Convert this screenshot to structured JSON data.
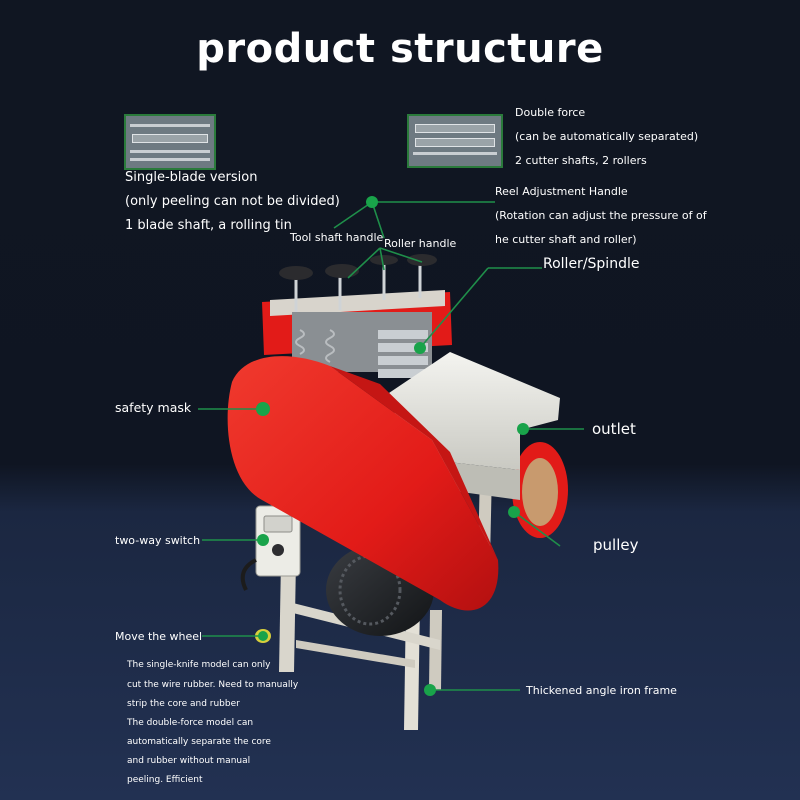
{
  "title": "product structure",
  "single_blade": {
    "line1": "Single-blade version",
    "line2": "(only peeling can not be divided)",
    "line3": "1 blade shaft, a rolling tin"
  },
  "double_force": {
    "line1": "Double force",
    "line2": "(can be automatically separated)",
    "line3": "2 cutter shafts, 2 rollers"
  },
  "reel_handle": {
    "line1": "Reel Adjustment Handle",
    "line2": "(Rotation can adjust the pressure of of",
    "line3": "he cutter shaft and roller)"
  },
  "labels": {
    "tool_shaft_handle": "Tool shaft handle",
    "roller_handle": "Roller handle",
    "roller_spindle": "Roller/Spindle",
    "safety_mask": "safety mask",
    "outlet": "outlet",
    "pulley": "pulley",
    "two_way_switch": "two-way switch",
    "move_the_wheel": "Move the wheel",
    "frame": "Thickened angle iron frame"
  },
  "notes": [
    "The single-knife model can only",
    "cut the wire rubber. Need to manually",
    "strip the core and rubber",
    "The double-force model can",
    "automatically separate the core",
    "and rubber without manual",
    "peeling. Efficient"
  ],
  "colors": {
    "background": "#101622",
    "machine_red": "#e41e1e",
    "leader_green": "#1f8f4a",
    "dot_green": "#19a34a"
  }
}
